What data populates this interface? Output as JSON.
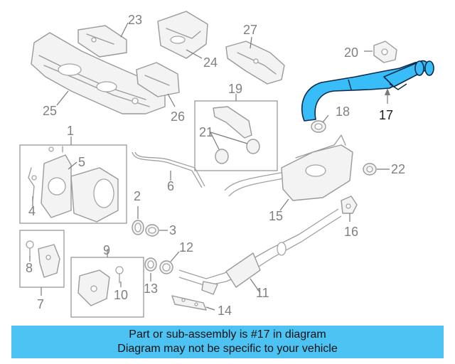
{
  "diagram": {
    "highlighted_part": "17",
    "highlight_color": "#38bdf8",
    "callouts": [
      "1",
      "2",
      "3",
      "4",
      "5",
      "6",
      "7",
      "8",
      "9",
      "10",
      "11",
      "12",
      "13",
      "14",
      "15",
      "16",
      "17",
      "18",
      "19",
      "20",
      "21",
      "22",
      "23",
      "24",
      "25",
      "26",
      "27"
    ]
  },
  "banner": {
    "line1": "Part or sub-assembly is #17 in diagram",
    "line2": "Diagram may not be specific to your vehicle",
    "background": "#4cc3f3"
  }
}
